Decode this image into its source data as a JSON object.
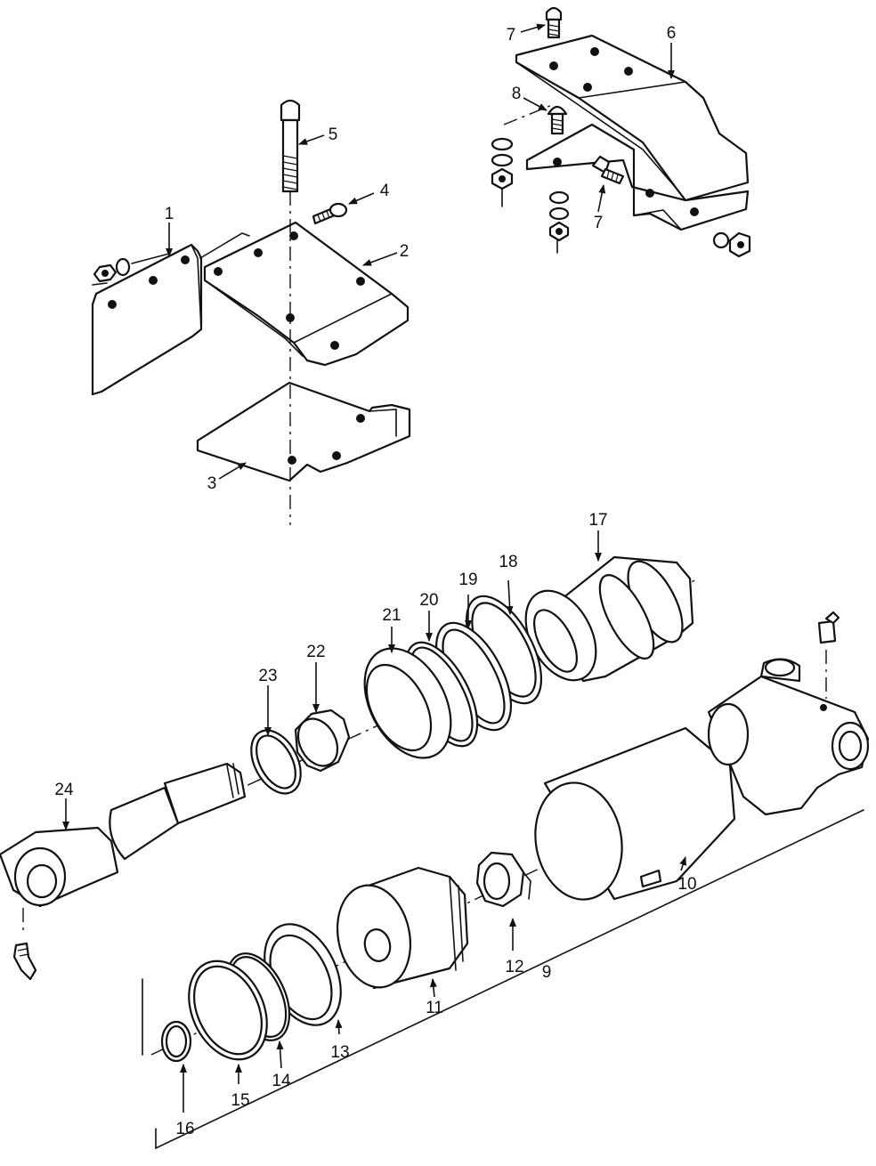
{
  "callouts": [
    {
      "id": "1",
      "label": "1"
    },
    {
      "id": "2",
      "label": "2"
    },
    {
      "id": "3",
      "label": "3"
    },
    {
      "id": "4",
      "label": "4"
    },
    {
      "id": "5",
      "label": "5"
    },
    {
      "id": "6",
      "label": "6"
    },
    {
      "id": "7a",
      "label": "7"
    },
    {
      "id": "7b",
      "label": "7"
    },
    {
      "id": "8",
      "label": "8"
    },
    {
      "id": "9",
      "label": "9"
    },
    {
      "id": "10",
      "label": "10"
    },
    {
      "id": "11",
      "label": "11"
    },
    {
      "id": "12",
      "label": "12"
    },
    {
      "id": "13",
      "label": "13"
    },
    {
      "id": "14",
      "label": "14"
    },
    {
      "id": "15",
      "label": "15"
    },
    {
      "id": "16",
      "label": "16"
    },
    {
      "id": "17",
      "label": "17"
    },
    {
      "id": "18",
      "label": "18"
    },
    {
      "id": "19",
      "label": "19"
    },
    {
      "id": "20",
      "label": "20"
    },
    {
      "id": "21",
      "label": "21"
    },
    {
      "id": "22",
      "label": "22"
    },
    {
      "id": "23",
      "label": "23"
    },
    {
      "id": "24",
      "label": "24"
    }
  ],
  "colors": {
    "ink": "#111111",
    "paper": "#ffffff"
  }
}
